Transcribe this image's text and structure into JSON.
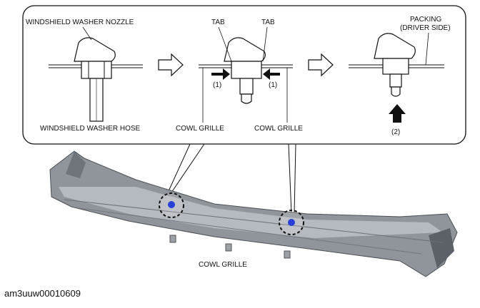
{
  "callout": {
    "labels": {
      "nozzle": "WINDSHIELD WASHER NOZZLE",
      "hose": "WINDSHIELD WASHER HOSE",
      "tab_left": "TAB",
      "tab_right": "TAB",
      "cowl_left": "COWL GRILLE",
      "cowl_right": "COWL GRILLE",
      "packing_line1": "PACKING",
      "packing_line2": "(DRIVER SIDE)",
      "step1_left": "(1)",
      "step1_right": "(1)",
      "step2": "(2)"
    }
  },
  "part_label": "COWL GRILLE",
  "image_code": "am3uuw00010609",
  "colors": {
    "fastener": "#2a3fd6",
    "panel": "#9aa0a6",
    "outline": "#111111"
  }
}
